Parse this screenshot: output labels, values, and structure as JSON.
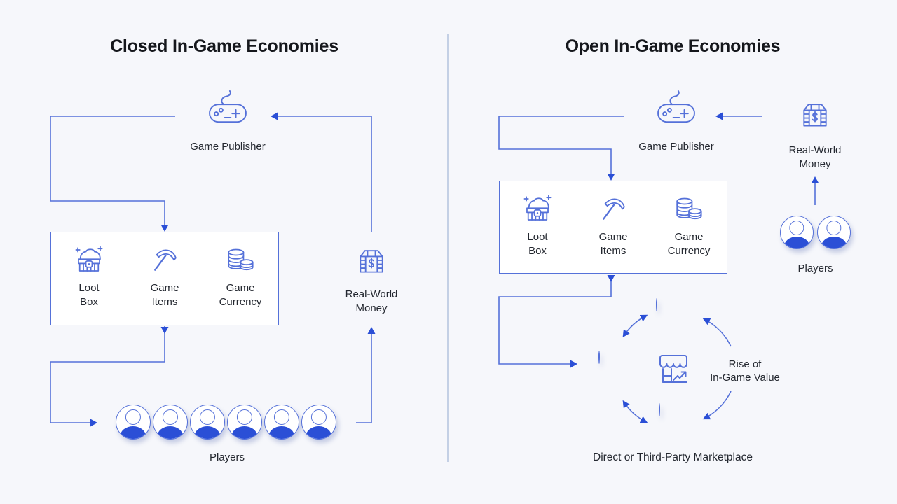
{
  "colors": {
    "background": "#f6f7fb",
    "line_blue": "#5571d9",
    "solid_blue": "#2b4fd6",
    "divider_blue": "#93a9cf",
    "title_text": "#15171c",
    "label_text": "#242830"
  },
  "left": {
    "title": "Closed In-Game Economies",
    "publisher": {
      "label": "Game Publisher"
    },
    "items_box": {
      "items": [
        {
          "line1": "Loot",
          "line2": "Box"
        },
        {
          "line1": "Game",
          "line2": "Items"
        },
        {
          "line1": "Game",
          "line2": "Currency"
        }
      ]
    },
    "money": {
      "line1": "Real-World",
      "line2": "Money"
    },
    "players": {
      "label": "Players",
      "count": 6
    }
  },
  "right": {
    "title": "Open In-Game Economies",
    "publisher": {
      "label": "Game Publisher"
    },
    "money": {
      "line1": "Real-World",
      "line2": "Money"
    },
    "players": {
      "label": "Players",
      "count": 2
    },
    "items_box": {
      "items": [
        {
          "line1": "Loot",
          "line2": "Box"
        },
        {
          "line1": "Game",
          "line2": "Items"
        },
        {
          "line1": "Game",
          "line2": "Currency"
        }
      ]
    },
    "cycle": {
      "line1": "Rise of",
      "line2": "In-Game Value",
      "marketplace_label": "Direct or Third-Party Marketplace"
    }
  }
}
